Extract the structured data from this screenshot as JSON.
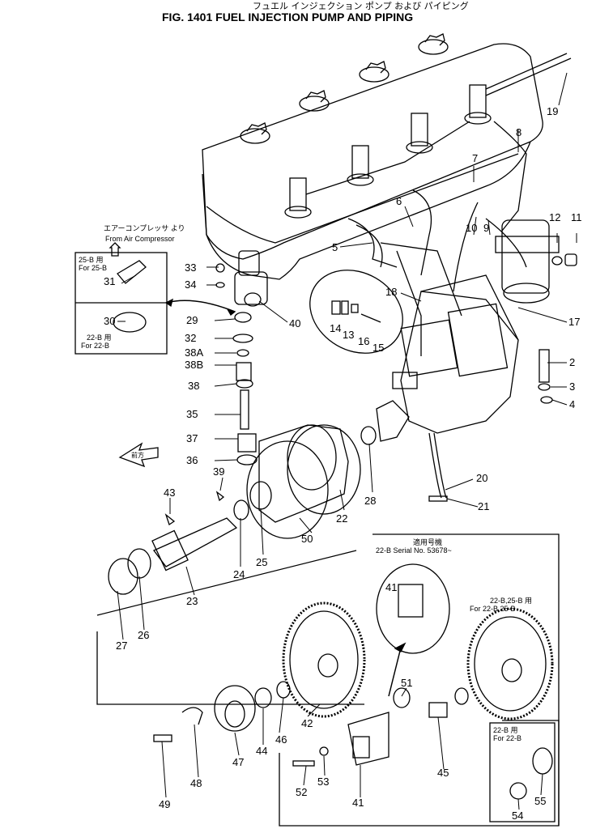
{
  "header": {
    "subtitle_jp": "フュエル インジェクション ポンプ および パイピング",
    "title": "FIG. 1401  FUEL INJECTION PUMP AND PIPING"
  },
  "notes": {
    "air_compressor_jp": "エアーコンプレッサ より",
    "air_compressor": "From Air Compressor",
    "for_25b_jp": "25-B 用",
    "for_25b": "For 25-B",
    "for_22b_jp": "22-B 用",
    "for_22b": "For 22-B",
    "serial_jp": "適用号機",
    "serial": "22-B Serial No. 53678~",
    "for_22b_25b_jp": "22-B,25-B 用",
    "for_22b_25b": "For 22-B,25-B",
    "for_22b_small_jp": "22-B 用",
    "for_22b_small": "For 22-B",
    "front_arrow_jp": "前方"
  },
  "part_labels": [
    "19",
    "8",
    "7",
    "6",
    "5",
    "10",
    "9",
    "12",
    "11",
    "33",
    "34",
    "31",
    "30",
    "29",
    "40",
    "18",
    "14",
    "13",
    "16",
    "15",
    "17",
    "32",
    "38A",
    "38B",
    "38",
    "2",
    "3",
    "4",
    "35",
    "37",
    "36",
    "39",
    "20",
    "21",
    "28",
    "22",
    "43",
    "24",
    "25",
    "50",
    "23",
    "27",
    "26",
    "41",
    "51",
    "42",
    "46",
    "44",
    "47",
    "45",
    "48",
    "49",
    "52",
    "53",
    "41",
    "54",
    "55"
  ],
  "colors": {
    "line": "#000000",
    "background": "#ffffff"
  }
}
